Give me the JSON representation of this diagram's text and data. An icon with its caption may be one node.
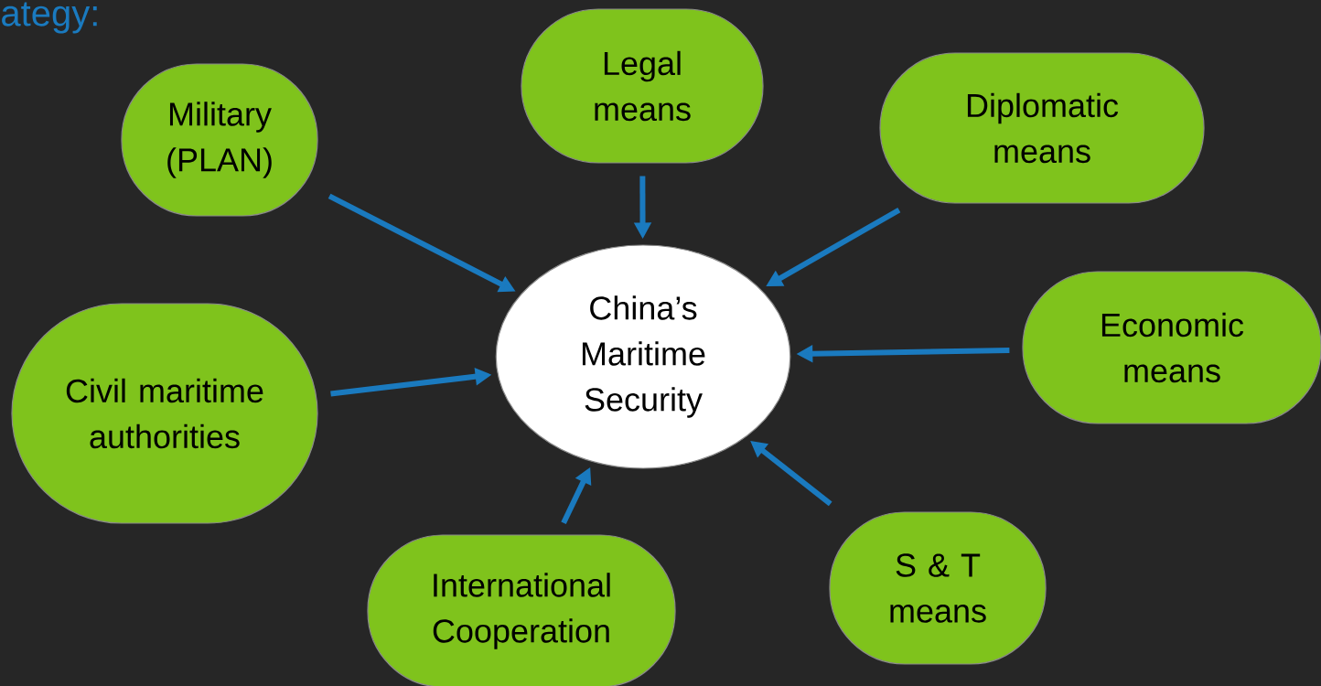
{
  "diagram": {
    "nodes": [
      {
        "text": [
          "Military (PLAN)"
        ]
      },
      {
        "text": [
          "Legal means"
        ]
      },
      {
        "text": [
          "Diplomatic means"
        ]
      },
      {
        "text": [
          "Civil maritime authorities"
        ]
      },
      {
        "text": [
          "China’s Maritime Security"
        ]
      },
      {
        "text": [
          "Economic means"
        ]
      },
      {
        "text": [
          "International Cooperation"
        ]
      },
      {
        "text": [
          "S & T means"
        ]
      }
    ],
    "edges": [
      {
        "from": 0,
        "to": 4,
        "arrow": "to"
      },
      {
        "from": 1,
        "to": 4,
        "arrow": "to"
      },
      {
        "from": 2,
        "to": 4,
        "arrow": "to"
      },
      {
        "from": 3,
        "to": 4,
        "arrow": "to"
      },
      {
        "from": 5,
        "to": 4,
        "arrow": "to"
      },
      {
        "from": 6,
        "to": 4,
        "arrow": "to"
      },
      {
        "from": 7,
        "to": 4,
        "arrow": "to"
      }
    ],
    "labels": [
      "ategy:"
    ]
  }
}
